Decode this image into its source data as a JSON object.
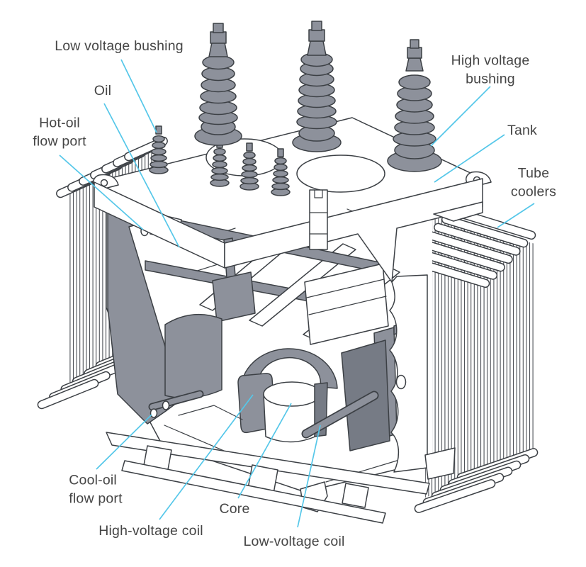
{
  "diagram": {
    "type": "cutaway-illustration",
    "subject": "Oil-filled power transformer with tube coolers",
    "labels": {
      "low_voltage_bushing": "Low voltage bushing",
      "oil": "Oil",
      "hot_oil_flow_port": "Hot-oil\nflow port",
      "high_voltage_bushing": "High voltage\nbushing",
      "tank": "Tank",
      "tube_coolers": "Tube\ncoolers",
      "cool_oil_flow_port": "Cool-oil\nflow port",
      "high_voltage_coil": "High-voltage coil",
      "core": "Core",
      "low_voltage_coil": "Low-voltage coil"
    },
    "colors": {
      "background": "#ffffff",
      "outline": "#3c4045",
      "component_gray": "#8d919b",
      "shadow_gray": "#767b85",
      "leader_line": "#55c7e9",
      "label_text": "#454545"
    }
  }
}
